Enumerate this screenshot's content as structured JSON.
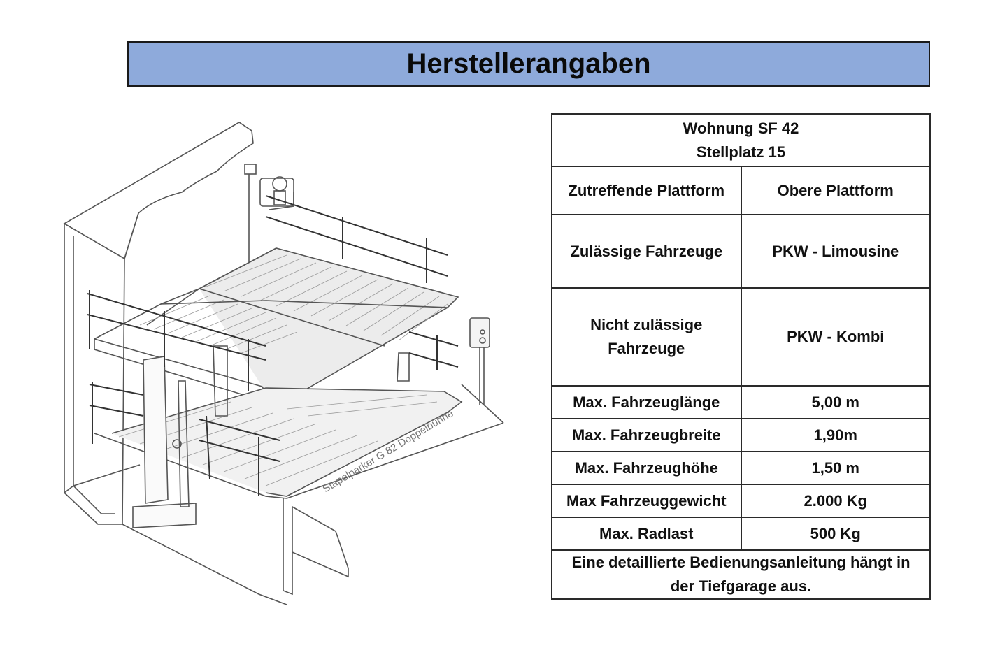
{
  "header": {
    "title": "Herstellerangaben",
    "background": "#8eaadb"
  },
  "drawing": {
    "caption": "Stapelparker G 82 Doppelbühne",
    "description": "Isometric line drawing of a two-level car parking platform (stacker) in an underground garage, with railings, hydraulic cylinder, motor unit and wall-mounted control box"
  },
  "table": {
    "title_line1": "Wohnung SF 42",
    "title_line2": "Stellplatz 15",
    "rows": [
      {
        "label": "Zutreffende Plattform",
        "value": "Obere Plattform"
      },
      {
        "label": "Zulässige Fahrzeuge",
        "value": "PKW - Limousine"
      },
      {
        "label_line1": "Nicht zulässige",
        "label_line2": "Fahrzeuge",
        "value": "PKW - Kombi"
      },
      {
        "label": "Max. Fahrzeuglänge",
        "value": "5,00 m"
      },
      {
        "label": "Max. Fahrzeugbreite",
        "value": "1,90m"
      },
      {
        "label": "Max. Fahrzeughöhe",
        "value": "1,50 m"
      },
      {
        "label": "Max Fahrzeuggewicht",
        "value": "2.000 Kg"
      },
      {
        "label": "Max. Radlast",
        "value": "500 Kg"
      }
    ],
    "note_line1": "Eine detaillierte Bedienungsanleitung hängt in",
    "note_line2": "der Tiefgarage aus."
  }
}
